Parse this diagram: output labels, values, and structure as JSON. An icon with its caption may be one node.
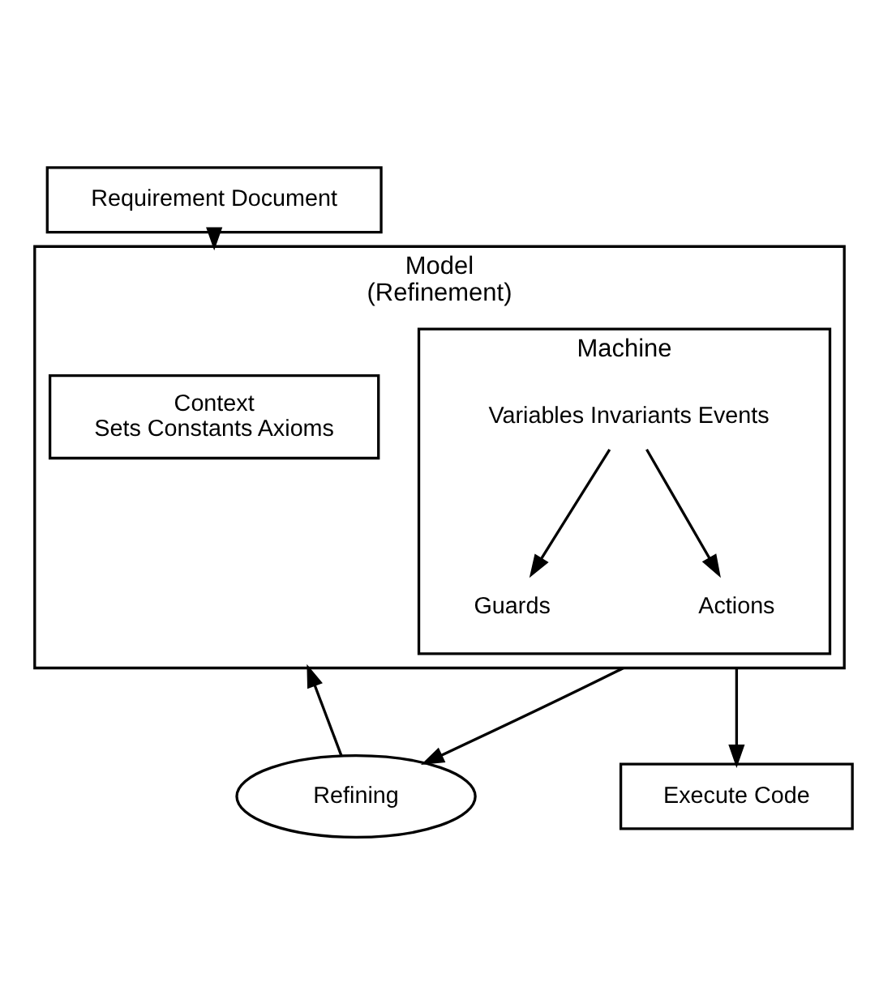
{
  "diagram": {
    "nodes": [
      {
        "text": [
          "Requirement Document"
        ]
      },
      {
        "text": [
          "Model",
          "(Refinement)"
        ]
      },
      {
        "text": [
          "Context",
          "Sets Constants Axioms"
        ],
        "in": 1
      },
      {
        "text": [
          "Machine"
        ],
        "in": 1
      },
      {
        "text": [
          "Variables Invariants Events"
        ],
        "in": 3
      },
      {
        "text": [
          "Guards"
        ],
        "in": 3
      },
      {
        "text": [
          "Actions"
        ],
        "in": 3
      },
      {
        "text": [
          "Refining"
        ]
      },
      {
        "text": [
          "Execute Code"
        ]
      }
    ],
    "edges": [
      {
        "from": 0,
        "to": 1,
        "arrow": "to"
      },
      {
        "from": 4,
        "to": 5,
        "arrow": "to"
      },
      {
        "from": 4,
        "to": 6,
        "arrow": "to"
      },
      {
        "from": 1,
        "to": 8,
        "arrow": "to"
      },
      {
        "from": 1,
        "to": 7,
        "arrow": "to"
      },
      {
        "from": 7,
        "to": 1,
        "arrow": "to"
      }
    ]
  }
}
